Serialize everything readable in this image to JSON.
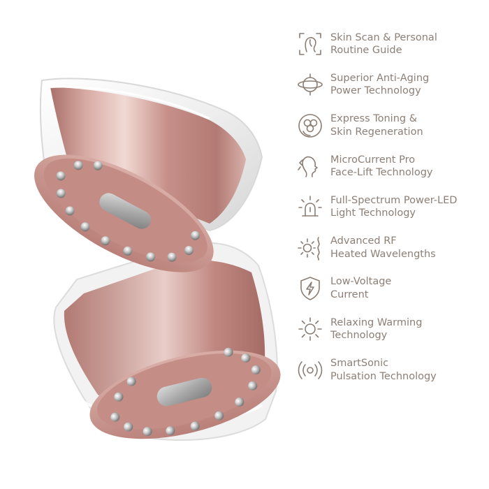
{
  "image": {
    "subject": "rose-gold-facial-device-pair",
    "accent_color": "#c48e87"
  },
  "features": [
    {
      "icon": "face-scan-icon",
      "line1": "Skin Scan & Personal",
      "line2": "Routine Guide"
    },
    {
      "icon": "orbit-sphere-icon",
      "line1": "Superior Anti-Aging",
      "line2": "Power Technology"
    },
    {
      "icon": "cells-circle-icon",
      "line1": "Express Toning &",
      "line2": "Skin Regeneration"
    },
    {
      "icon": "face-profile-lift-icon",
      "line1": "MicroCurrent Pro",
      "line2": "Face-Lift Technology"
    },
    {
      "icon": "led-light-icon",
      "line1": "Full-Spectrum Power-LED",
      "line2": "Light Technology"
    },
    {
      "icon": "sun-wave-icon",
      "line1": "Advanced RF",
      "line2": "Heated Wavelengths"
    },
    {
      "icon": "shield-bolt-icon",
      "line1": "Low-Voltage",
      "line2": "Current"
    },
    {
      "icon": "sun-icon",
      "line1": "Relaxing Warming",
      "line2": "Technology"
    },
    {
      "icon": "sonic-pulse-icon",
      "line1": "SmartSonic",
      "line2": "Pulsation Technology"
    }
  ]
}
